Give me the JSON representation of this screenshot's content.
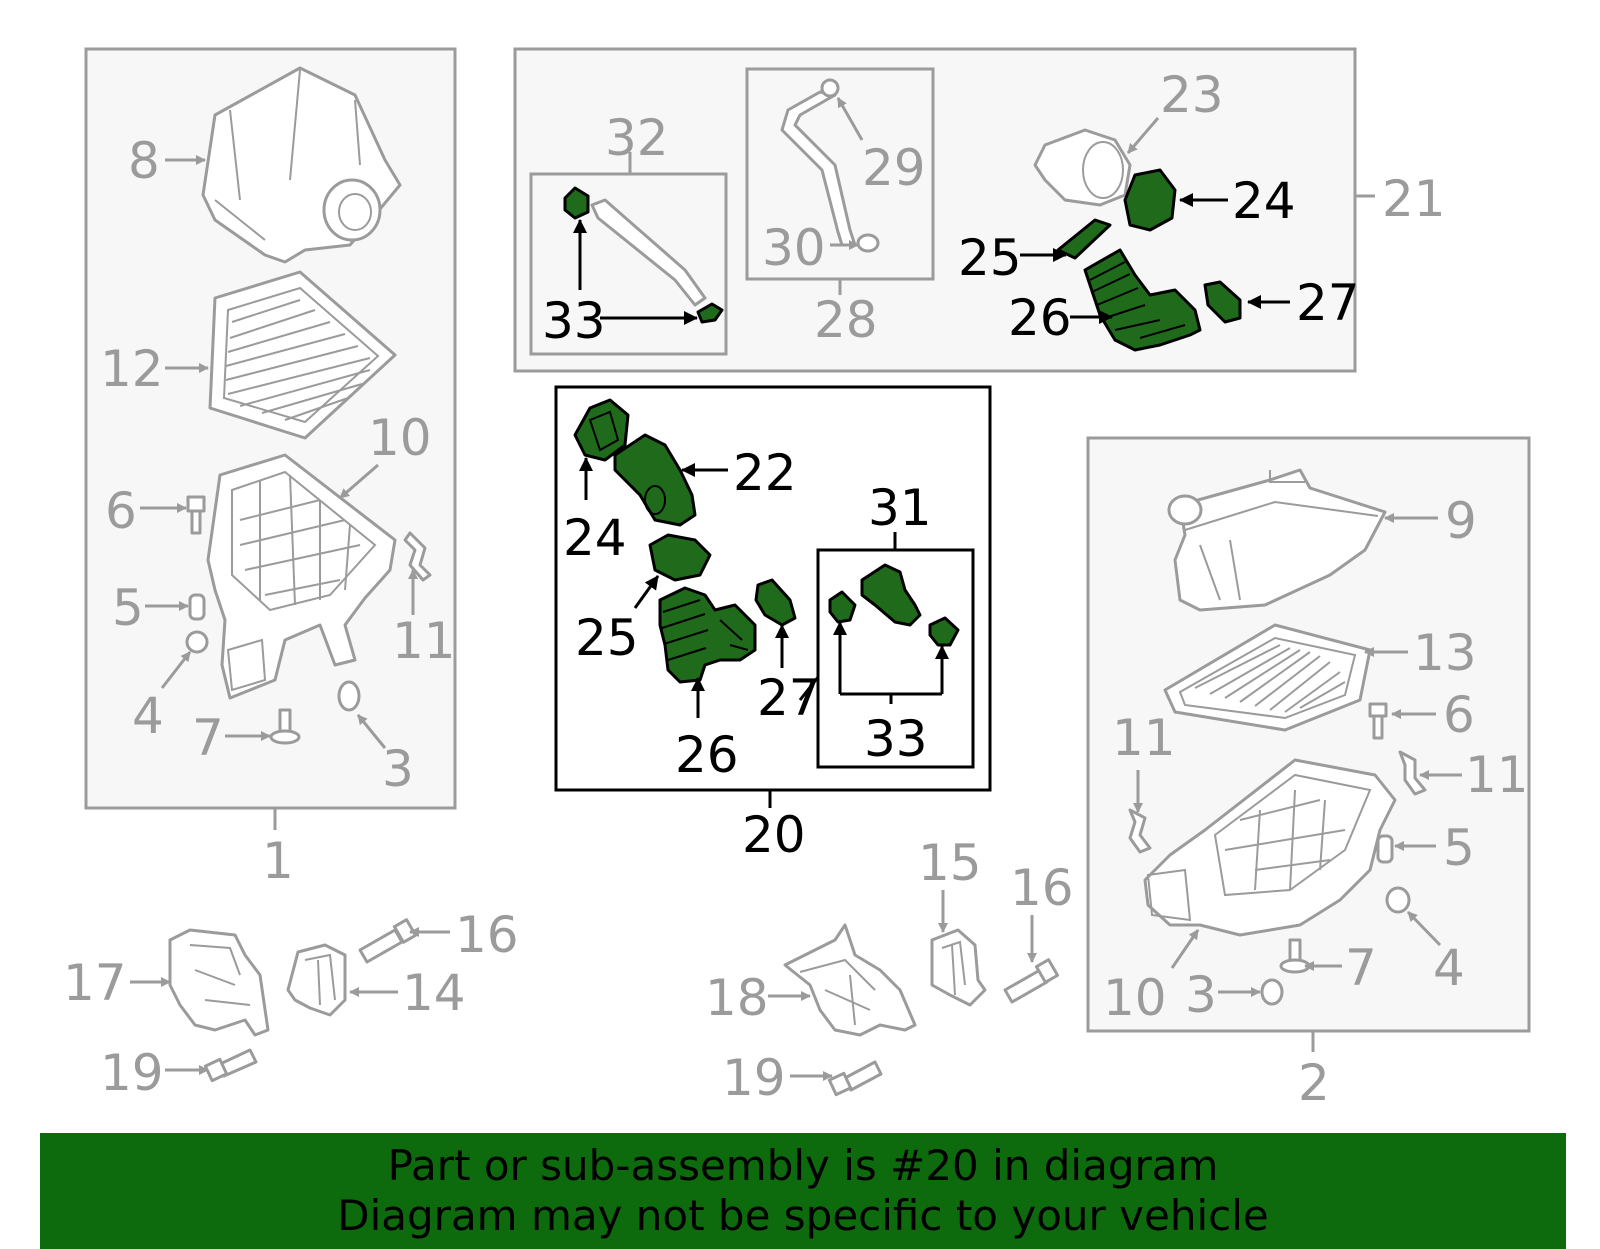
{
  "colors": {
    "highlight": "#1f6b1b",
    "banner": "#0d6b0d",
    "callout_grey": "#9b9b9b",
    "callout_black": "#000000"
  },
  "callouts": {
    "c1": "1",
    "c2": "2",
    "c3a": "3",
    "c3b": "3",
    "c4a": "4",
    "c4b": "4",
    "c5a": "5",
    "c5b": "5",
    "c6a": "6",
    "c6b": "6",
    "c7a": "7",
    "c7b": "7",
    "c8": "8",
    "c9": "9",
    "c10a": "10",
    "c10b": "10",
    "c11a": "11",
    "c11b": "11",
    "c11c": "11",
    "c12": "12",
    "c13": "13",
    "c14": "14",
    "c15": "15",
    "c16a": "16",
    "c16b": "16",
    "c17": "17",
    "c18": "18",
    "c19a": "19",
    "c19b": "19",
    "c20": "20",
    "c21": "21",
    "c22": "22",
    "c23": "23",
    "c24a": "24",
    "c24b": "24",
    "c25a": "25",
    "c25b": "25",
    "c26a": "26",
    "c26b": "26",
    "c27a": "27",
    "c27b": "27",
    "c28": "28",
    "c29": "29",
    "c30": "30",
    "c31": "31",
    "c32": "32",
    "c33a": "33",
    "c33b": "33"
  },
  "banner": {
    "line1": "Part or sub-assembly is #20 in diagram",
    "line2": "Diagram may not be specific to your vehicle"
  }
}
